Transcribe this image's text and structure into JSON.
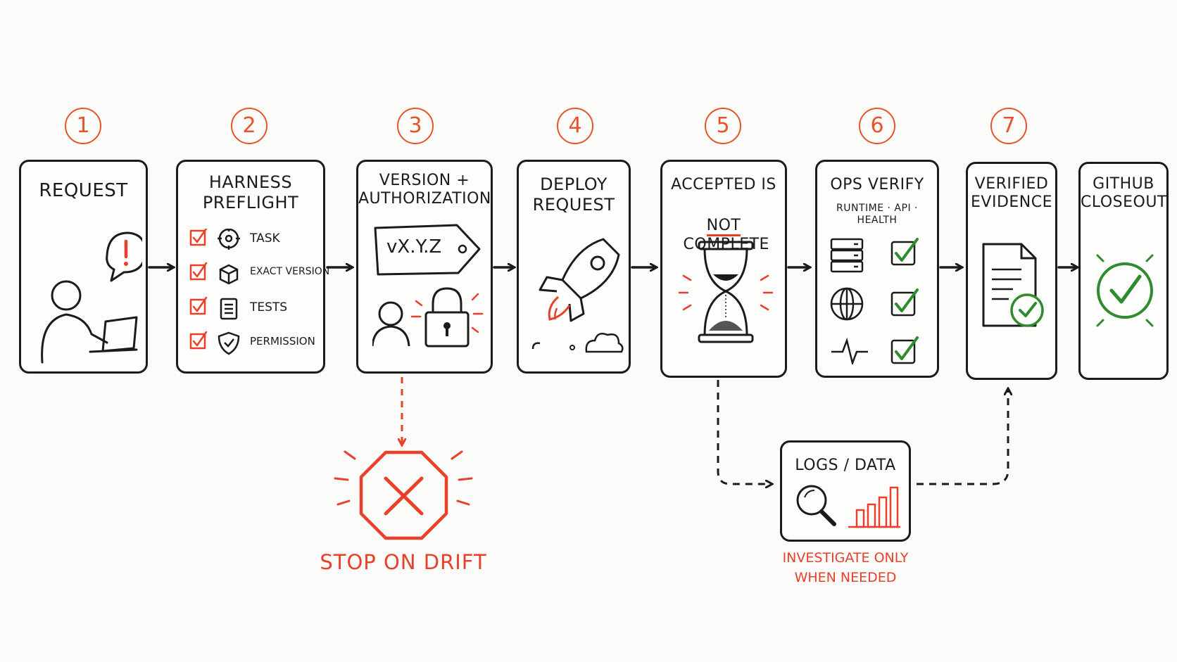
{
  "steps": [
    {
      "number": "1",
      "title": "REQUEST"
    },
    {
      "number": "2",
      "title": "HARNESS\nPREFLIGHT",
      "checklist": [
        "TASK",
        "EXACT VERSION",
        "TESTS",
        "PERMISSION"
      ]
    },
    {
      "number": "3",
      "title": "VERSION +\nAUTHORIZATION",
      "tag": "vX.Y.Z"
    },
    {
      "number": "4",
      "title": "DEPLOY\nREQUEST"
    },
    {
      "number": "5",
      "title_line1": "ACCEPTED IS",
      "title_not": "NOT",
      "title_rest": " COMPLETE"
    },
    {
      "number": "6",
      "title": "OPS VERIFY",
      "subtitle": "RUNTIME · API · HEALTH"
    },
    {
      "number": "7",
      "title": "VERIFIED\nEVIDENCE"
    },
    {
      "number": "",
      "title": "GITHUB\nCLOSEOUT"
    }
  ],
  "stop": {
    "label": "STOP ON DRIFT"
  },
  "logs": {
    "title": "LOGS / DATA",
    "note": "INVESTIGATE ONLY\nWHEN NEEDED"
  },
  "colors": {
    "accent": "#e8542a",
    "ink": "#1b1b1b",
    "check": "#2e8b2e"
  }
}
